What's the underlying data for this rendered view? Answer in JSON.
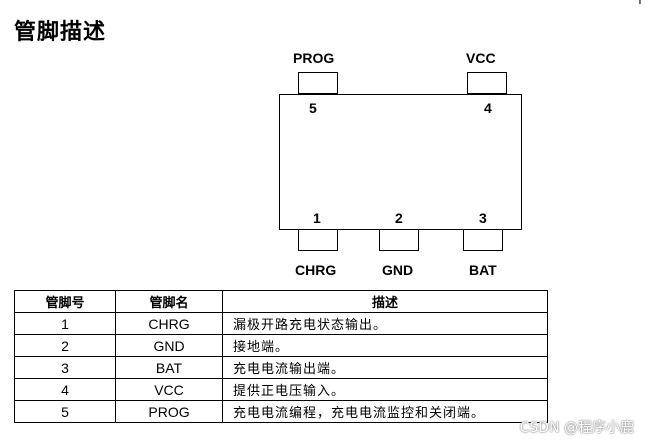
{
  "title": "管脚描述",
  "corner_mark": "I",
  "diagram": {
    "top_pins": [
      {
        "label": "PROG",
        "num": "5"
      },
      {
        "label": "VCC",
        "num": "4"
      }
    ],
    "bottom_pins": [
      {
        "label": "CHRG",
        "num": "1"
      },
      {
        "label": "GND",
        "num": "2"
      },
      {
        "label": "BAT",
        "num": "3"
      }
    ]
  },
  "table": {
    "headers": [
      "管脚号",
      "管脚名",
      "描述"
    ],
    "rows": [
      {
        "num": "1",
        "name": "CHRG",
        "desc": "漏极开路充电状态输出。"
      },
      {
        "num": "2",
        "name": "GND",
        "desc": "接地端。"
      },
      {
        "num": "3",
        "name": "BAT",
        "desc": "充电电流输出端。"
      },
      {
        "num": "4",
        "name": "VCC",
        "desc": "提供正电压输入。"
      },
      {
        "num": "5",
        "name": "PROG",
        "desc": "充电电流编程，充电电流监控和关闭端。"
      }
    ]
  },
  "watermark": "CSDN @程序小鹿"
}
